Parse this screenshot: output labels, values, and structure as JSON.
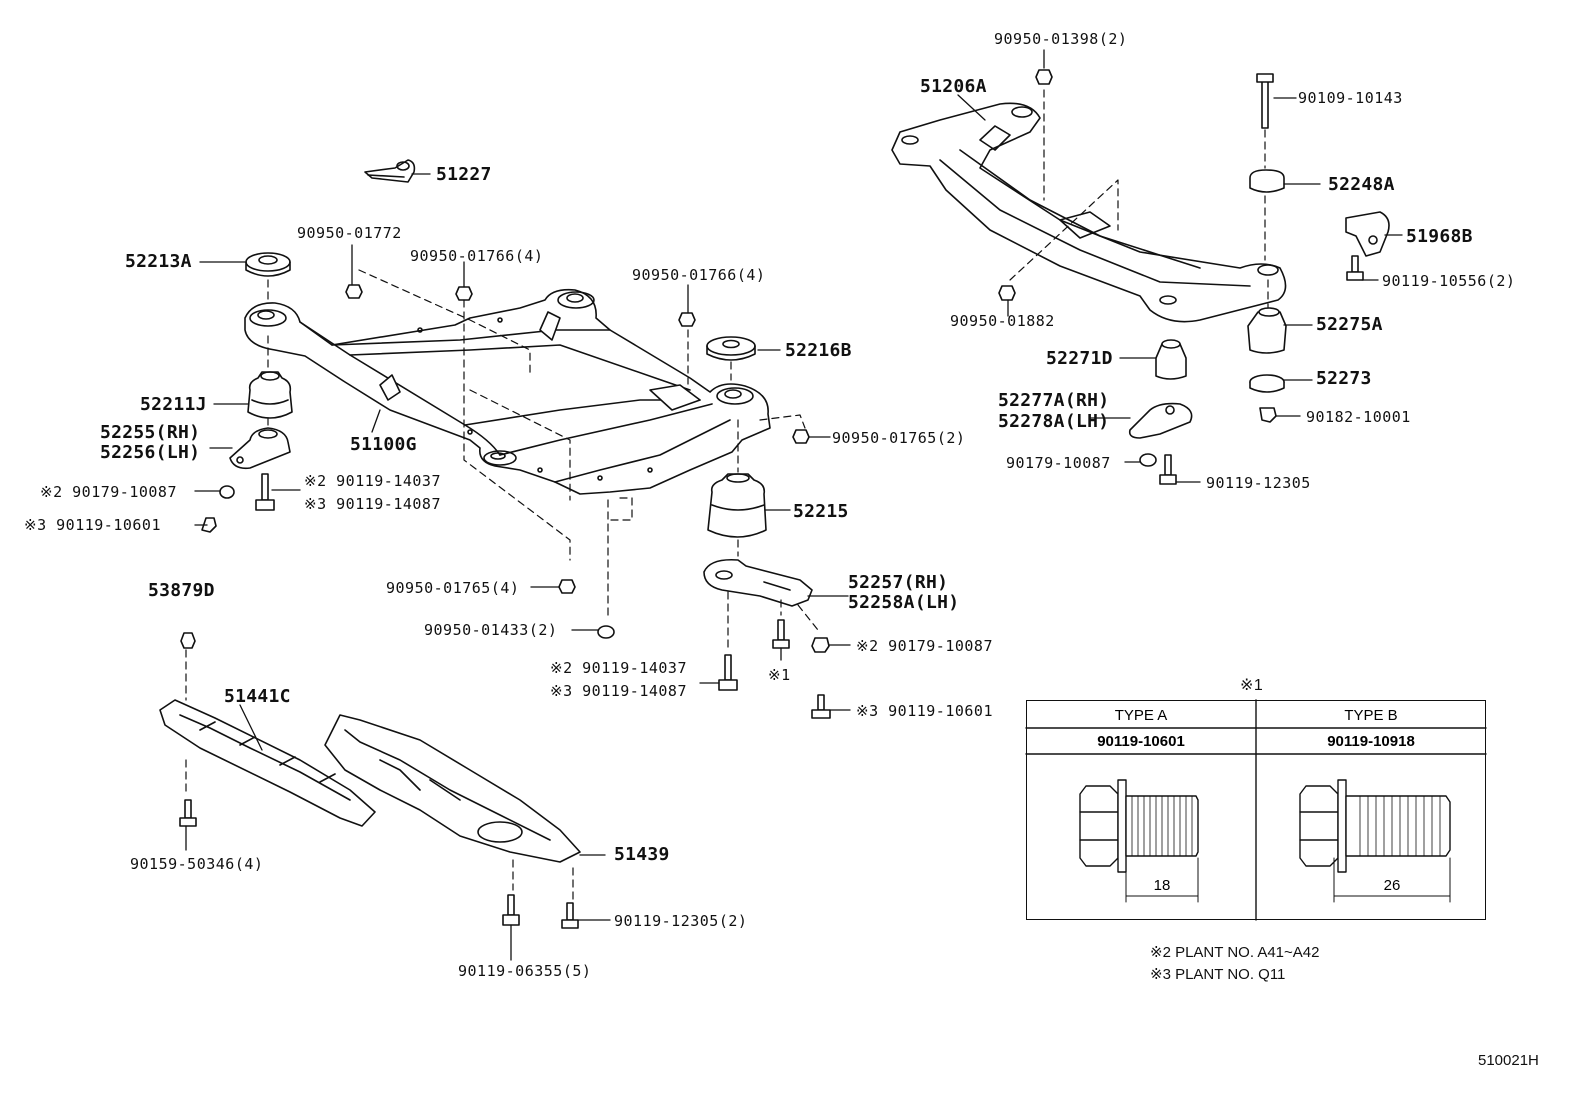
{
  "diagram_code": "510021H",
  "parts": {
    "p51227": "51227",
    "p52213A": "52213A",
    "p90950_01772": "90950-01772",
    "p90950_01766_a": "90950-01766(4)",
    "p90950_01766_b": "90950-01766(4)",
    "p52216B": "52216B",
    "p52211J": "52211J",
    "p52255": "52255(RH)",
    "p52256": "52256(LH)",
    "p51100G": "51100G",
    "p90950_01765_2": "90950-01765(2)",
    "p90179_10087_l": "※2 90179-10087",
    "p90119_14037_l": "※2 90119-14037",
    "p90119_14087_l": "※3 90119-14087",
    "p90119_10601_l": "※3 90119-10601",
    "p52215": "52215",
    "p52257": "52257(RH)",
    "p52258A": "52258A(LH)",
    "p90950_01765_4": "90950-01765(4)",
    "p90950_01433": "90950-01433(2)",
    "p53879D": "53879D",
    "p51441C": "51441C",
    "p90119_14037_m": "※2 90119-14037",
    "p90119_14087_m": "※3 90119-14087",
    "p_ref1": "※1",
    "p90179_10087_r": "※2 90179-10087",
    "p90119_10601_r": "※3 90119-10601",
    "p51439": "51439",
    "p90159_50346": "90159-50346(4)",
    "p90119_12305_2": "90119-12305(2)",
    "p90119_06355": "90119-06355(5)",
    "p90950_01398": "90950-01398(2)",
    "p51206A": "51206A",
    "p90109_10143": "90109-10143",
    "p52248A": "52248A",
    "p51968B": "51968B",
    "p90119_10556": "90119-10556(2)",
    "p90950_01882": "90950-01882",
    "p52275A": "52275A",
    "p52271D": "52271D",
    "p52273": "52273",
    "p52277A": "52277A(RH)",
    "p52278A": "52278A(LH)",
    "p90182_10001": "90182-10001",
    "p90179_10087_rr": "90179-10087",
    "p90119_12305_r": "90119-12305"
  },
  "table": {
    "title": "※1",
    "col_a_header": "TYPE A",
    "col_b_header": "TYPE B",
    "col_a_part": "90119-10601",
    "col_b_part": "90119-10918",
    "col_a_length": "18",
    "col_b_length": "26"
  },
  "notes": {
    "note2": "※2 PLANT NO. A41~A42",
    "note3": "※3 PLANT NO. Q11"
  }
}
